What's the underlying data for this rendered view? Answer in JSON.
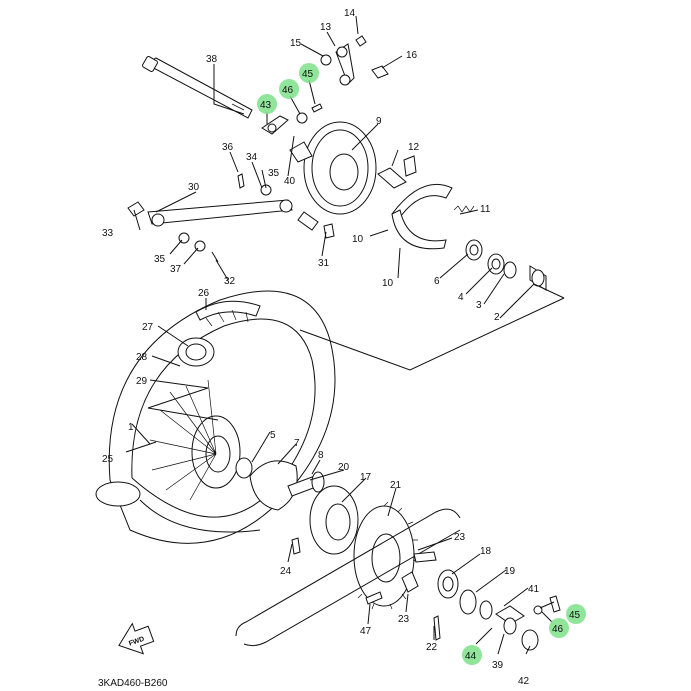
{
  "diagram": {
    "code": "3KAD460-B260",
    "fwd_label": "FWD",
    "highlight_color": "#7ee08a",
    "callouts": [
      {
        "label": "1"
      },
      {
        "label": "2"
      },
      {
        "label": "3"
      },
      {
        "label": "4"
      },
      {
        "label": "5"
      },
      {
        "label": "6"
      },
      {
        "label": "7"
      },
      {
        "label": "8"
      },
      {
        "label": "9"
      },
      {
        "label": "10"
      },
      {
        "label": "10"
      },
      {
        "label": "11"
      },
      {
        "label": "12"
      },
      {
        "label": "13"
      },
      {
        "label": "14"
      },
      {
        "label": "15"
      },
      {
        "label": "16"
      },
      {
        "label": "17"
      },
      {
        "label": "18"
      },
      {
        "label": "19"
      },
      {
        "label": "20"
      },
      {
        "label": "21"
      },
      {
        "label": "22"
      },
      {
        "label": "23"
      },
      {
        "label": "23"
      },
      {
        "label": "24"
      },
      {
        "label": "25"
      },
      {
        "label": "26"
      },
      {
        "label": "27"
      },
      {
        "label": "28"
      },
      {
        "label": "29"
      },
      {
        "label": "30"
      },
      {
        "label": "31"
      },
      {
        "label": "32"
      },
      {
        "label": "33"
      },
      {
        "label": "34"
      },
      {
        "label": "35"
      },
      {
        "label": "35"
      },
      {
        "label": "36"
      },
      {
        "label": "37"
      },
      {
        "label": "38"
      },
      {
        "label": "39"
      },
      {
        "label": "40"
      },
      {
        "label": "41"
      },
      {
        "label": "42"
      },
      {
        "label": "43",
        "highlighted": true
      },
      {
        "label": "44",
        "highlighted": true
      },
      {
        "label": "45",
        "highlighted": true
      },
      {
        "label": "45",
        "highlighted": true
      },
      {
        "label": "46",
        "highlighted": true
      },
      {
        "label": "46",
        "highlighted": true
      },
      {
        "label": "47"
      }
    ]
  }
}
